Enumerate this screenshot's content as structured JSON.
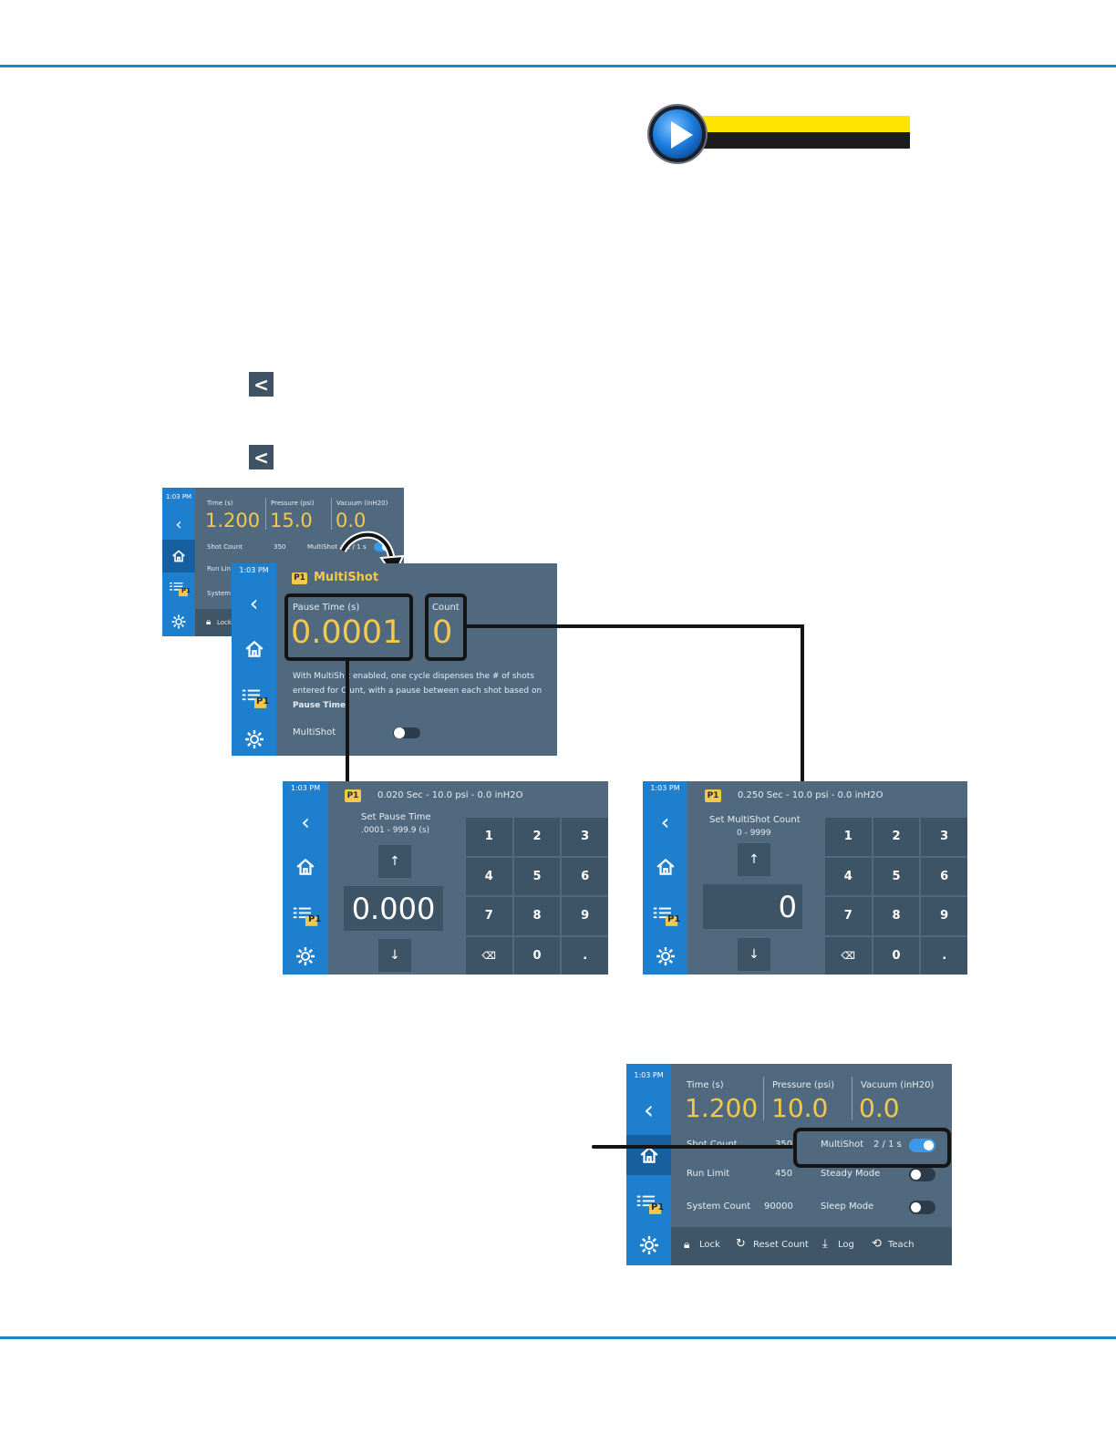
{
  "colors": {
    "rule": "#1a87c9",
    "screen_bg": "#51697f",
    "sidebar": "#1f7fcf",
    "value": "#f2c94c",
    "banner_yellow": "#ffe400",
    "banner_black": "#1c1c1c"
  },
  "icons": [
    "play-icon",
    "back-chevron-icon",
    "home-icon",
    "program-list-icon",
    "gear-icon",
    "lock-icon",
    "reset-icon",
    "log-download-icon",
    "teach-icon",
    "backspace-icon",
    "curved-arrow-icon"
  ],
  "back_button": {
    "glyph": "<"
  },
  "screen_a": {
    "time": "1:03 PM",
    "col1_label": "Time (s)",
    "col1_value": "1.200",
    "col2_label": "Pressure (psi)",
    "col2_value": "15.0",
    "col3_label": "Vacuum (inH20)",
    "col3_value": "0.0",
    "shot_count_label": "Shot Count",
    "shot_count_value": "350",
    "multishot_label": "MultiShot",
    "multishot_value": "2 / 1 s",
    "run_limit_label": "Run Lin",
    "system_label": "System",
    "lock_label": "Lock",
    "p1": "P1"
  },
  "screen_b": {
    "time": "1:03 PM",
    "p1": "P1",
    "title": "MultiShot",
    "pause_label": "Pause Time (s)",
    "pause_value": "0.0001",
    "count_label": "Count",
    "count_value": "0",
    "desc_line1": "With MultiSh t enabled, one cycle dispenses the # of shots",
    "desc_line2": "entered for C unt, with a pause between each shot based on",
    "desc_line3": "Pause Time.",
    "multishot_label": "MultiShot"
  },
  "screen_c": {
    "time": "1:03 PM",
    "p1": "P1",
    "header": "0.020 Sec - 10.0 psi - 0.0 inH2O",
    "set_label": "Set Pause Time",
    "range": ".0001 - 999.9 (s)",
    "entry_value": "0.000",
    "up": "↑",
    "down": "↓",
    "keys": [
      "1",
      "2",
      "3",
      "4",
      "5",
      "6",
      "7",
      "8",
      "9",
      "⌫",
      "0",
      "."
    ]
  },
  "screen_d": {
    "time": "1:03 PM",
    "p1": "P1",
    "header": "0.250 Sec - 10.0 psi - 0.0 inH2O",
    "set_label": "Set MultiShot Count",
    "range": "0 - 9999",
    "entry_value": "0",
    "up": "↑",
    "down": "↓",
    "keys": [
      "1",
      "2",
      "3",
      "4",
      "5",
      "6",
      "7",
      "8",
      "9",
      "⌫",
      "0",
      "."
    ]
  },
  "screen_e": {
    "time": "1:03 PM",
    "p1": "P1",
    "col1_label": "Time (s)",
    "col1_value": "1.200",
    "col2_label": "Pressure (psi)",
    "col2_value": "10.0",
    "col3_label": "Vacuum (inH20)",
    "col3_value": "0.0",
    "shot_count_label": "Shot Count",
    "shot_count_value": "350",
    "multishot_label": "MultiShot",
    "multishot_value": "2 / 1 s",
    "run_limit_label": "Run Limit",
    "run_limit_value": "450",
    "steady_label": "Steady Mode",
    "system_count_label": "System Count",
    "system_count_value": "90000",
    "sleep_label": "Sleep Mode",
    "lock_label": "Lock",
    "reset_label": "Reset Count",
    "log_label": "Log",
    "teach_label": "Teach"
  }
}
